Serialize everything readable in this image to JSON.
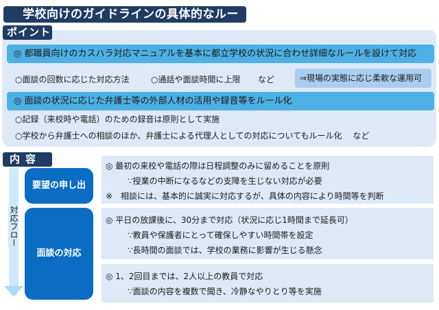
{
  "title": "学校向けのガイドラインの具体的なルール",
  "point_section": {
    "tag": "ポイント",
    "bar1": "◎ 都職員向けのカスハラ対応マニュアルを基本に都立学校の状況に合わせ詳細なルールを設けて対応",
    "item1": "○面談の回数に応じた対応方法",
    "item2": "○通話や面談時間に上限",
    "item3": "など",
    "flex_note": "⇒現場の実態に応じ柔軟な運用可",
    "bar2": "◎ 面談の状況に応じた弁護士等の外部人材の活用や録音等をルール化",
    "item4": "○記録（来校時や電話）のための録音は原則として実施",
    "item5": "○学校から弁護士への相談のほか、弁護士による代理人としての対応についてもルール化　 など"
  },
  "content_section": {
    "tag": "内容",
    "flow_label": "対応フロー",
    "steps": [
      {
        "label": "要望の申し出",
        "lines": [
          "◎ 最初の来校や電話の際は日程調整のみに留めることを原則",
          "∵授業の中断になるなどの支障を生じない対応が必要",
          "※　相談には、基本的に誠実に対応するが、具体の内容により時間等を判断"
        ]
      },
      {
        "label": "面談の対応",
        "groups": [
          [
            "◎ 平日の放課後に、30分まで対応（状況に応じ1時間まで延長可）",
            "∵教員や保護者にとって確保しやすい時間帯を設定",
            "∵長時間の面談では、学校の業務に影響が生じる懸念"
          ],
          [
            "◎ 1、2回目までは、2人以上の教員で対応",
            "∵面談の内容を複数で聞き、冷静なやりとり等を実施"
          ]
        ]
      }
    ]
  },
  "colors": {
    "navy": "#1f3c63",
    "accent_bar": "#4db0e4",
    "panel_bg": "#dde9f6",
    "step_blue": "#0b6cc4",
    "flex_box": "#a9cdee",
    "flow_arrow": "#a9dcfa"
  }
}
